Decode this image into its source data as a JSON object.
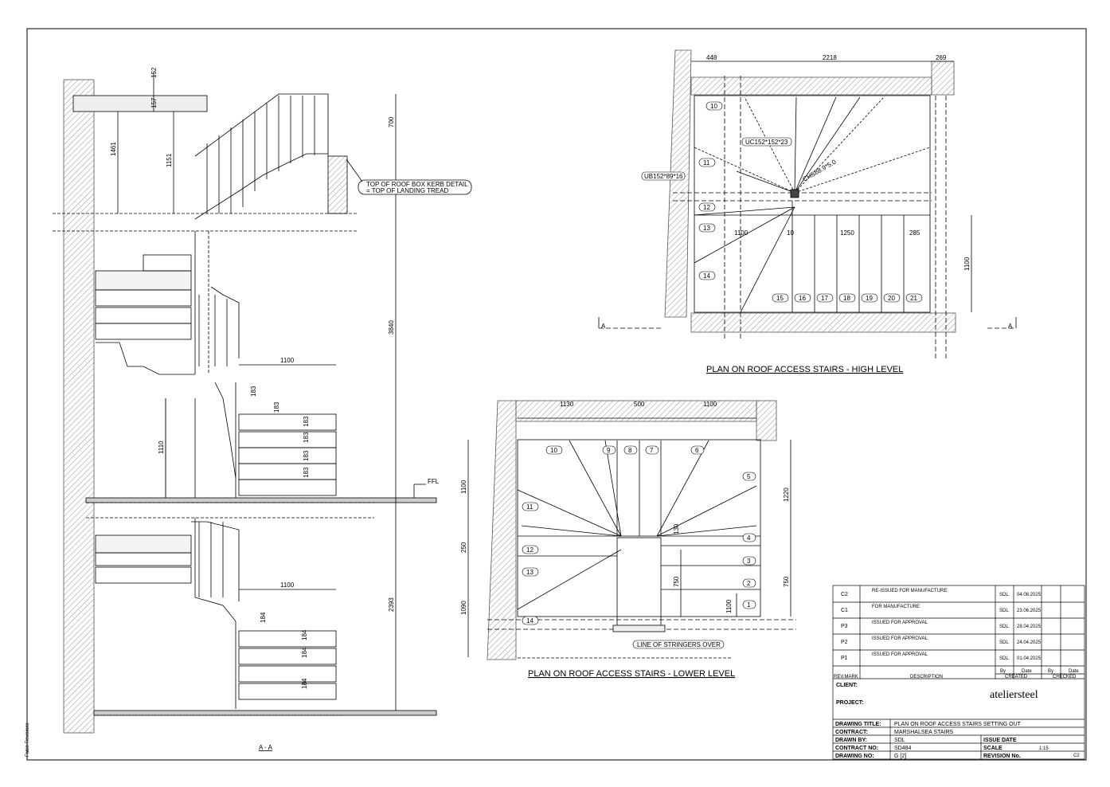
{
  "section": {
    "label": "A - A",
    "dims": [
      "152",
      "157",
      "1461",
      "1151",
      "700",
      "3840",
      "2393",
      "1100",
      "1110",
      "1100"
    ],
    "riser_upper": [
      "183",
      "183",
      "183",
      "183",
      "183",
      "183"
    ],
    "riser_lower": [
      "184",
      "184",
      "184",
      "184"
    ],
    "note_line1": "TOP OF ROOF BOX KERB DETAIL",
    "note_line2": "= TOP OF LANDING TREAD",
    "ffl": "FFL"
  },
  "plan_high": {
    "title": "PLAN ON ROOF ACCESS STAIRS - HIGH LEVEL",
    "dims": [
      "448",
      "2218",
      "269",
      "1100",
      "10",
      "1250",
      "285",
      "1100"
    ],
    "member_uc": "UC152*152*23",
    "member_ub": "UB152*89*16",
    "member_chs": "CHS88.9*5.0",
    "treads": [
      "10",
      "11",
      "12",
      "13",
      "14",
      "15",
      "16",
      "17",
      "18",
      "19",
      "20",
      "21"
    ],
    "section_mark": "A"
  },
  "plan_low": {
    "title": "PLAN ON ROOF ACCESS STAIRS - LOWER LEVEL",
    "dims_top": [
      "1130",
      "500",
      "1100"
    ],
    "dims_left": [
      "1100",
      "250",
      "1090"
    ],
    "dims_right": [
      "1220",
      "750"
    ],
    "dims_inner": [
      "130",
      "750",
      "1100"
    ],
    "treads": [
      "10",
      "9",
      "8",
      "7",
      "6",
      "5",
      "11",
      "4",
      "12",
      "3",
      "13",
      "2",
      "1",
      "14"
    ],
    "stringers_note": "LINE OF STRINGERS OVER"
  },
  "revisions": [
    {
      "mark": "C2",
      "desc": "RE-ISSUED FOR MANUFACTURE",
      "by": "SDL",
      "date": "04.08.2025"
    },
    {
      "mark": "C1",
      "desc": "FOR MANUFACTURE",
      "by": "SDL",
      "date": "23.06.2025"
    },
    {
      "mark": "P3",
      "desc": "ISSUED FOR APPROVAL",
      "by": "SDL",
      "date": "28.04.2025"
    },
    {
      "mark": "P2",
      "desc": "ISSUED FOR APPROVAL",
      "by": "SDL",
      "date": "24.04.2025"
    },
    {
      "mark": "P1",
      "desc": "ISSUED FOR APPROVAL",
      "by": "SDL",
      "date": "01.04.2025"
    }
  ],
  "rev_headers": {
    "rev_mark": "REV.MARK",
    "description": "DESCRIPTION",
    "by": "By",
    "date": "Date",
    "by2": "By",
    "date2": "Date",
    "created": "CREATED",
    "checked": "CHECKED"
  },
  "titleblock": {
    "client_label": "CLIENT:",
    "project_label": "PROJECT:",
    "logo": "ateliersteel",
    "drawing_title_label": "DRAWING TITLE:",
    "drawing_title": "PLAN ON ROOF ACCESS STAIRS SETTING OUT",
    "contract_label": "CONTRACT:",
    "contract": "MARSHALSEA STAIRS",
    "drawn_by_label": "DRAWN BY:",
    "drawn_by": "SDL",
    "issue_date_label": "ISSUE DATE",
    "contract_no_label": "CONTRACT NO:",
    "contract_no": "SD484",
    "scale_label": "SCALE",
    "scale": "1:15",
    "drawing_no_label": "DRAWING NO:",
    "drawing_no": "G  [2]",
    "revision_label": "REVISION No.",
    "revision": "C2"
  },
  "side_note": "Fabio Revisions"
}
